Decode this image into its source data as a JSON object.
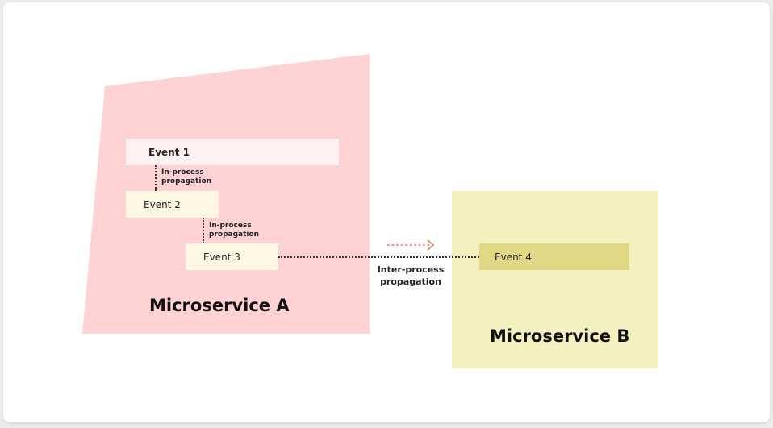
{
  "colors": {
    "background": "#ececec",
    "card": "#ffffff",
    "microservice_a_fill": "#ffd3d3",
    "microservice_b_fill": "#f5f0c0",
    "event1_fill": "#fff1f1",
    "event2_fill": "#fdf7e3",
    "event3_fill": "#fdf7e3",
    "event4_fill": "#e0d885",
    "arrow": "#d9826e"
  },
  "microservice_a": {
    "title": "Microservice A",
    "events": [
      {
        "label": "Event 1"
      },
      {
        "label": "Event 2"
      },
      {
        "label": "Event 3"
      }
    ],
    "links": [
      {
        "label": "In-process\npropagation"
      },
      {
        "label": "In-process\npropagation"
      }
    ]
  },
  "microservice_b": {
    "title": "Microservice B",
    "events": [
      {
        "label": "Event 4"
      }
    ]
  },
  "inter_process": {
    "label": "Inter-process\npropagation",
    "arrow_icon": "arrow-right-icon"
  }
}
